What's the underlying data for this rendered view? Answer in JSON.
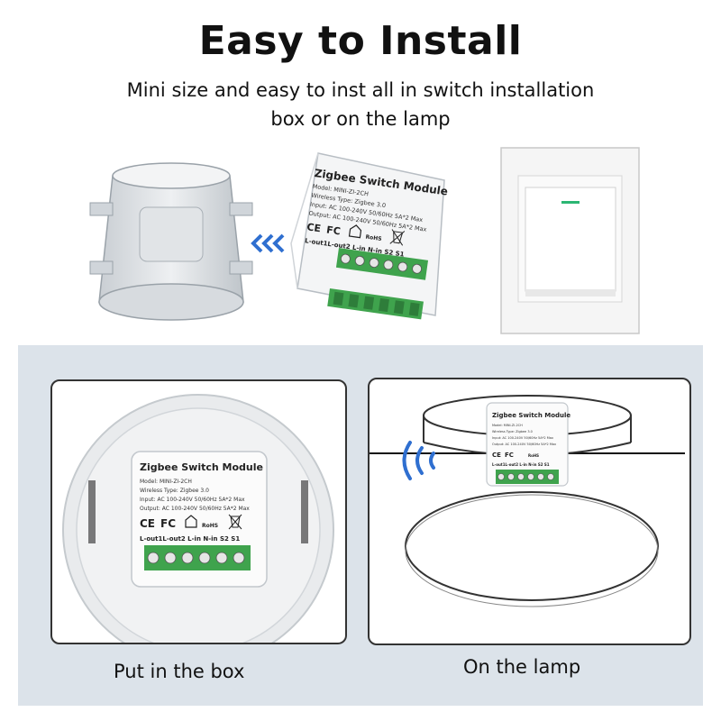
{
  "title": "Easy to Install",
  "subtitle_line_1": "Mini size and easy to inst all in switch installation",
  "subtitle_line_2": "box or on the lamp",
  "module_label": {
    "name": "Zigbee Switch Module",
    "model": "Model: MINI-ZI-2CH",
    "wireless": "Wireless Type: Zigbee 3.0",
    "input": "Input: AC 100-240V 50/60Hz 5A*2 Max",
    "output": "Output: AC 100-240V 50/60Hz 5A*2 Max",
    "cert_ce": "CE",
    "cert_fc": "FC",
    "cert_rohs": "RoHS",
    "terminals": "L-out1L-out2 L-in N-in  S2   S1"
  },
  "captions": {
    "box": "Put in the box",
    "lamp": "On the lamp"
  },
  "colors": {
    "terminal_green": "#3fa34d",
    "arrow_blue": "#2f6fd0",
    "switch_led": "#2bb673",
    "panel_bg": "#dce3ea"
  }
}
